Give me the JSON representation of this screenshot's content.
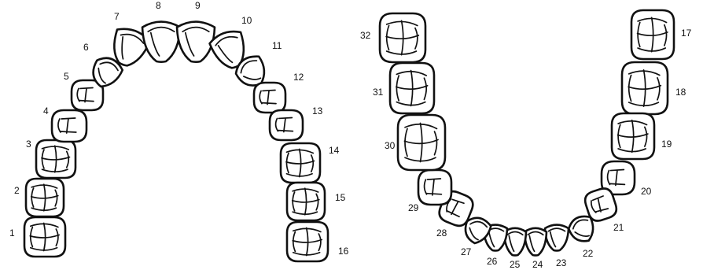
{
  "colors": {
    "outline": "#111111",
    "fill": "#ffffff",
    "background": "#ffffff"
  },
  "upper_arch": {
    "teeth": [
      {
        "number": "1",
        "kind": "molar"
      },
      {
        "number": "2",
        "kind": "molar"
      },
      {
        "number": "3",
        "kind": "molar"
      },
      {
        "number": "4",
        "kind": "premolar"
      },
      {
        "number": "5",
        "kind": "premolar"
      },
      {
        "number": "6",
        "kind": "canine"
      },
      {
        "number": "7",
        "kind": "incisor"
      },
      {
        "number": "8",
        "kind": "incisor"
      },
      {
        "number": "9",
        "kind": "incisor"
      },
      {
        "number": "10",
        "kind": "incisor"
      },
      {
        "number": "11",
        "kind": "canine"
      },
      {
        "number": "12",
        "kind": "premolar"
      },
      {
        "number": "13",
        "kind": "premolar"
      },
      {
        "number": "14",
        "kind": "molar"
      },
      {
        "number": "15",
        "kind": "molar"
      },
      {
        "number": "16",
        "kind": "molar"
      }
    ]
  },
  "lower_arch": {
    "teeth": [
      {
        "number": "17",
        "kind": "molar"
      },
      {
        "number": "18",
        "kind": "molar"
      },
      {
        "number": "19",
        "kind": "molar"
      },
      {
        "number": "20",
        "kind": "premolar"
      },
      {
        "number": "21",
        "kind": "premolar"
      },
      {
        "number": "22",
        "kind": "canine"
      },
      {
        "number": "23",
        "kind": "incisor"
      },
      {
        "number": "24",
        "kind": "incisor"
      },
      {
        "number": "25",
        "kind": "incisor"
      },
      {
        "number": "26",
        "kind": "incisor"
      },
      {
        "number": "27",
        "kind": "canine"
      },
      {
        "number": "28",
        "kind": "premolar"
      },
      {
        "number": "29",
        "kind": "premolar"
      },
      {
        "number": "30",
        "kind": "molar"
      },
      {
        "number": "31",
        "kind": "molar"
      },
      {
        "number": "32",
        "kind": "molar"
      }
    ]
  }
}
